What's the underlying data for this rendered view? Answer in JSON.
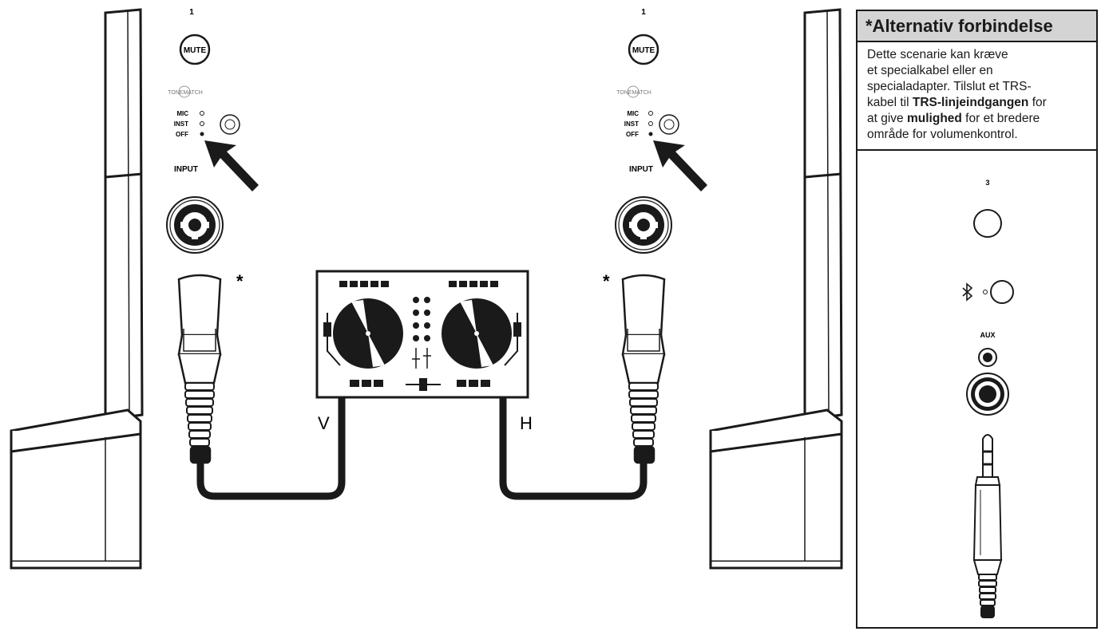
{
  "left_mixer": {
    "channel_number": "1",
    "mute_label": "MUTE",
    "tonematch_label": "TONEMATCH",
    "mode_labels": [
      "MIC",
      "INST",
      "OFF"
    ],
    "input_label": "INPUT",
    "asterisk": "*"
  },
  "right_mixer": {
    "channel_number": "1",
    "mute_label": "MUTE",
    "tonematch_label": "TONEMATCH",
    "mode_labels": [
      "MIC",
      "INST",
      "OFF"
    ],
    "input_label": "INPUT",
    "asterisk": "*"
  },
  "cable_labels": {
    "left": "V",
    "right": "H"
  },
  "alt_panel": {
    "title": "*Alternativ forbindelse",
    "text_lines": [
      "Dette scenarie kan kræve",
      "et specialkabel eller en",
      "specialadapter. Tilslut et TRS-"
    ],
    "text_line4_pre": "kabel til ",
    "text_line4_bold": "TRS-linjeindgangen",
    "text_line4_post": " for",
    "text_line5_pre": "at give ",
    "text_line5_bold": "mulighed",
    "text_line5_post": " for et bredere",
    "text_line6": "område for volumenkontrol.",
    "channel_number": "3",
    "aux_label": "AUX"
  }
}
